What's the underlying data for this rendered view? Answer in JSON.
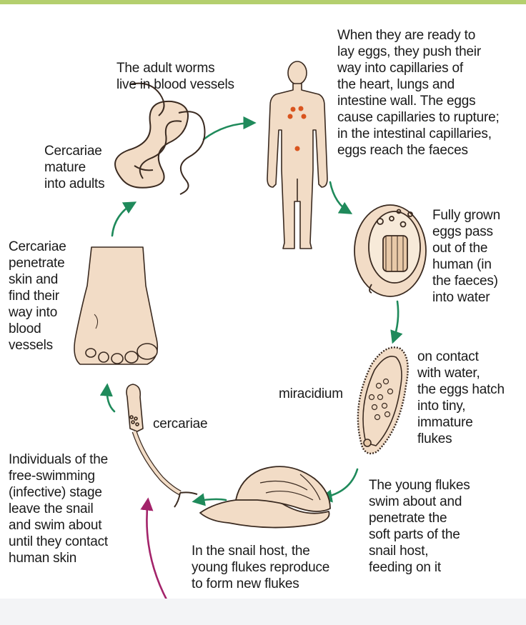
{
  "labels": {
    "adult_worms": [
      "The adult worms",
      "live in blood vessels"
    ],
    "lay_eggs": [
      "When they are ready to",
      "lay eggs, they push their",
      "way into capillaries of",
      "the heart, lungs and",
      "intestine wall. The eggs",
      "cause capillaries to rupture;",
      "in the intestinal capillaries,",
      "eggs reach the faeces"
    ],
    "cercariae_mature": [
      "Cercariae",
      "mature",
      "into adults"
    ],
    "eggs_pass": [
      "Fully grown",
      "eggs pass",
      "out of the",
      "human (in",
      "the faeces)",
      "into water"
    ],
    "cercariae_penetrate": [
      "Cercariae",
      "penetrate",
      "skin and",
      "find their",
      "way into",
      "blood",
      "vessels"
    ],
    "miracidium": "miracidium",
    "eggs_hatch": [
      "on contact",
      "with water,",
      "the eggs hatch",
      "into tiny,",
      "immature",
      "flukes"
    ],
    "cercariae": "cercariae",
    "free_swimming": [
      "Individuals of the",
      "free-swimming",
      "(infective) stage",
      "leave the snail",
      "and swim about",
      "until they contact",
      "human skin"
    ],
    "young_flukes_swim": [
      "The young flukes",
      "swim about and",
      "penetrate the",
      "soft parts of the",
      "snail host,",
      "feeding on it"
    ],
    "snail_host": [
      "In the snail host, the",
      "young flukes reproduce",
      "to form new flukes"
    ]
  },
  "colors": {
    "cycle_arrow": "#1f8a5b",
    "highlight_arrow": "#a3236a",
    "top_rule": "#b4cf6e",
    "egg_dot": "#d9541e",
    "skin": "#f2dcc6",
    "outline": "#3a2a20"
  }
}
